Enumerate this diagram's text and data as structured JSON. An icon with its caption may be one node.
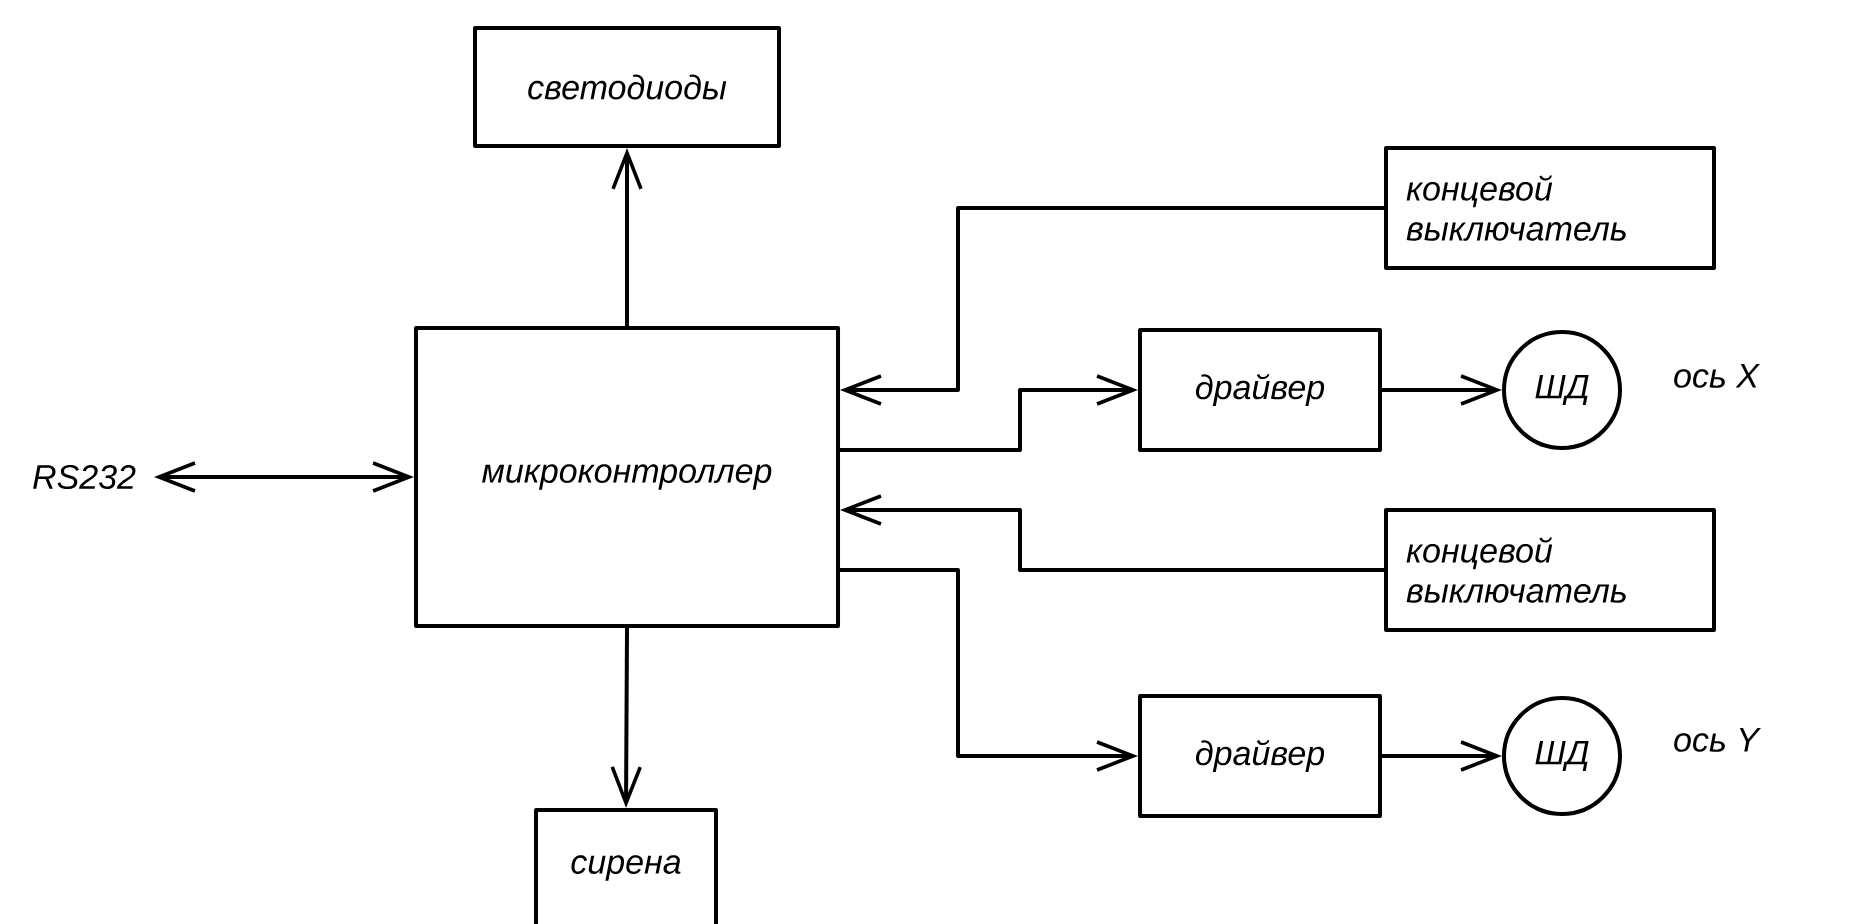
{
  "diagram": {
    "nodes": [
      {
        "text": [
          "светодиоды"
        ]
      },
      {
        "text": [
          "RS232"
        ]
      },
      {
        "text": [
          "микроконтроллер"
        ]
      },
      {
        "text": [
          "концевой выключатель"
        ]
      },
      {
        "text": [
          "драйвер"
        ]
      },
      {
        "text": [
          "ШД"
        ]
      },
      {
        "text": [
          "концевой выключатель"
        ]
      },
      {
        "text": [
          "драйвер"
        ]
      },
      {
        "text": [
          "ШД"
        ]
      },
      {
        "text": [
          "сирена"
        ]
      }
    ],
    "edges": [
      {
        "from": 2,
        "to": 0,
        "arrow": "to"
      },
      {
        "from": 1,
        "to": 2,
        "arrow": "both"
      },
      {
        "from": 2,
        "to": 9,
        "arrow": "to"
      },
      {
        "from": 3,
        "to": 2,
        "arrow": "to"
      },
      {
        "from": 2,
        "to": 4,
        "arrow": "to"
      },
      {
        "from": 4,
        "to": 5,
        "arrow": "to"
      },
      {
        "from": 6,
        "to": 2,
        "arrow": "to"
      },
      {
        "from": 2,
        "to": 7,
        "arrow": "to"
      },
      {
        "from": 7,
        "to": 8,
        "arrow": "to"
      }
    ],
    "labels": [
      "ось X",
      "ось Y"
    ]
  }
}
